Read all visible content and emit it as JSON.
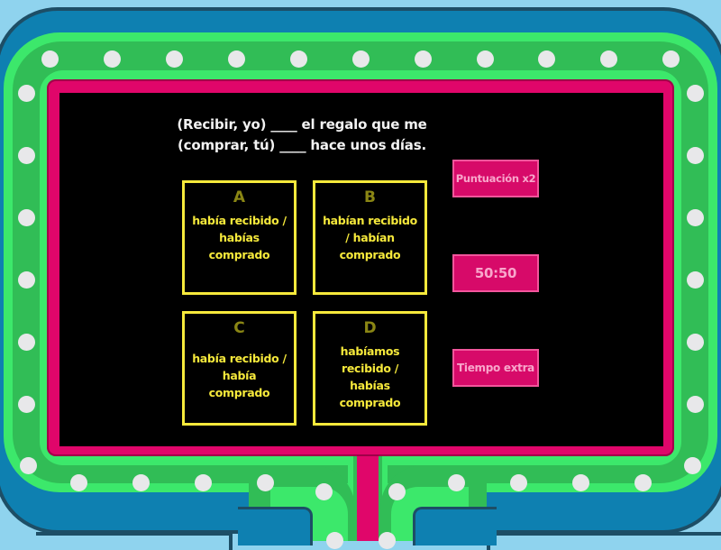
{
  "question": {
    "line1": "(Recibir, yo) ____ el regalo que me",
    "line2": "(comprar, tú) ____ hace unos días."
  },
  "answers": [
    {
      "letter": "A",
      "text": "había recibido / habías comprado"
    },
    {
      "letter": "B",
      "text": "habían recibido / habían comprado"
    },
    {
      "letter": "C",
      "text": "había recibido / había comprado"
    },
    {
      "letter": "D",
      "text": "habíamos recibido / habías comprado"
    }
  ],
  "lifelines": [
    {
      "label": "Puntuación x2"
    },
    {
      "label": "50:50"
    },
    {
      "label": "Tiempo extra"
    }
  ],
  "colors": {
    "sky": "#8fd3ee",
    "frame_blue": "#0e80b1",
    "frame_green": "#3ce86b",
    "bulb_track": "#31bd56",
    "bulb": "#e8e8ea",
    "magenta": "#e0066a",
    "screen": "#000000",
    "answer_border": "#f6e93b",
    "lifeline_fill": "#d70a69",
    "lifeline_text": "#f8a6cb"
  }
}
